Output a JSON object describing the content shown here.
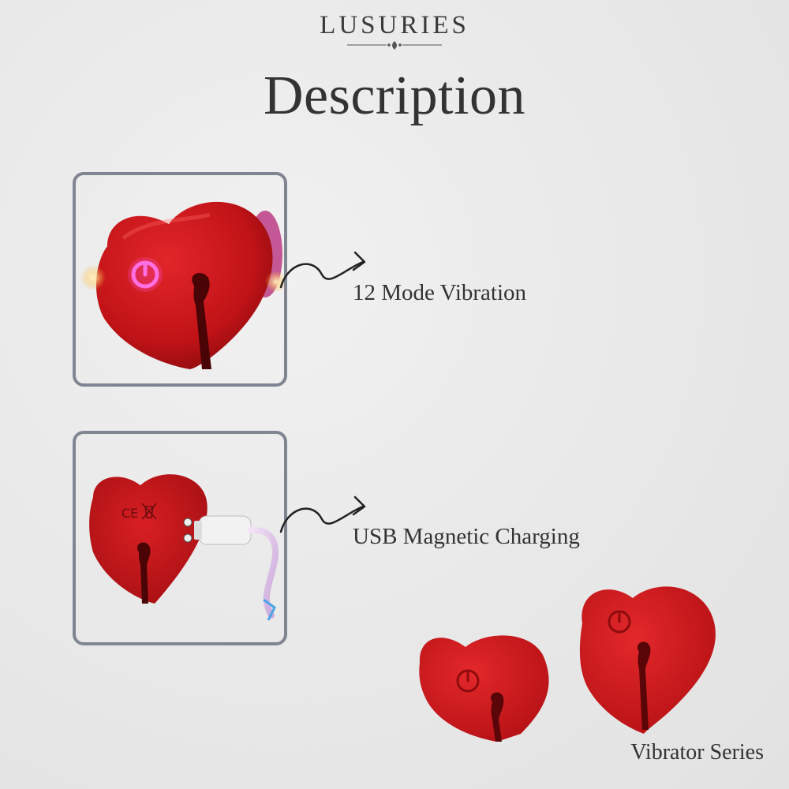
{
  "brand": {
    "name": "LUSURIES"
  },
  "page": {
    "title": "Description"
  },
  "features": [
    {
      "label": "12 Mode  Vibration"
    },
    {
      "label": "USB Magnetic Charging"
    }
  ],
  "footer": {
    "series_label": "Vibrator Series"
  },
  "colors": {
    "background": "#e8e8e8",
    "frame_border": "#808592",
    "product_red": "#c8161a",
    "glow_pink": "#ff4fd8",
    "text": "#333333"
  }
}
